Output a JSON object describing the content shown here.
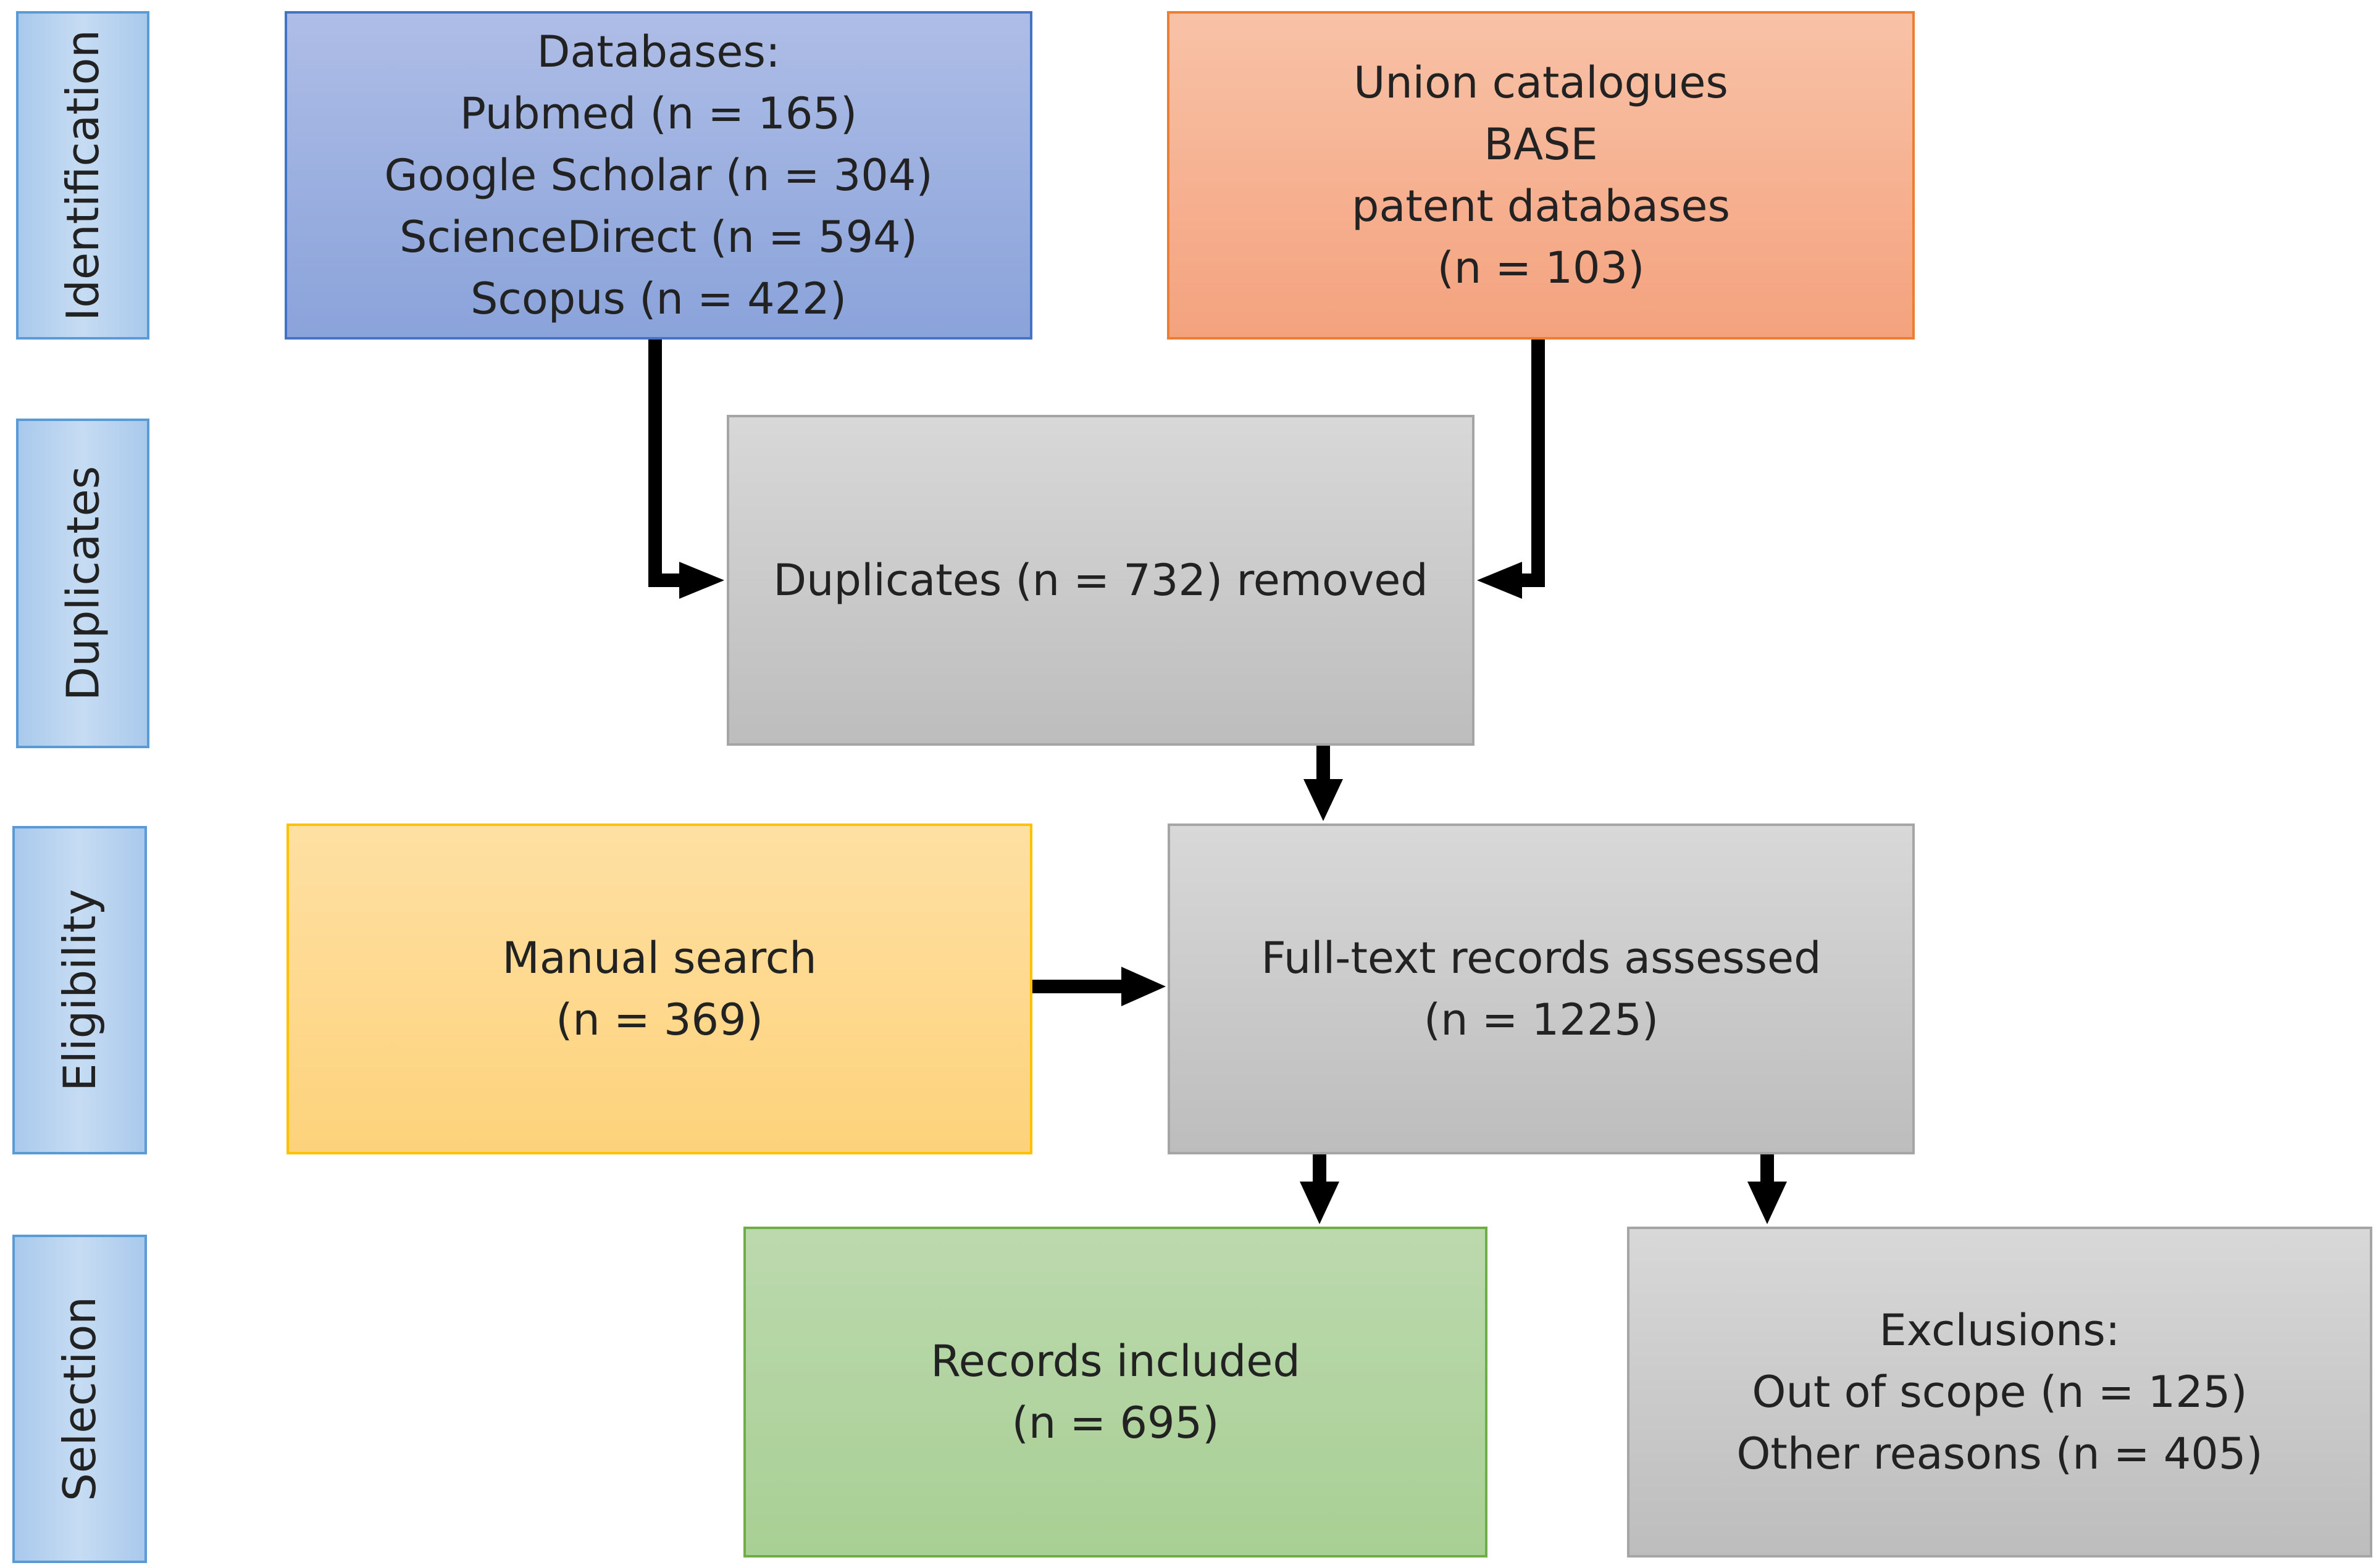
{
  "stages": [
    "Identification",
    "Duplicates",
    "Eligibility",
    "Selection"
  ],
  "databases": {
    "lines": [
      "Databases:",
      "Pubmed (n = 165)",
      "Google Scholar (n = 304)",
      "ScienceDirect (n = 594)",
      "Scopus (n = 422)"
    ]
  },
  "other_sources": {
    "lines": [
      "Union catalogues",
      "BASE",
      "patent databases",
      "(n = 103)"
    ]
  },
  "duplicates": {
    "lines": [
      "Duplicates (n = 732) removed"
    ]
  },
  "manual_search": {
    "lines": [
      "Manual search",
      "(n = 369)"
    ]
  },
  "full_text": {
    "lines": [
      "Full-text records assessed",
      "(n = 1225)"
    ]
  },
  "included": {
    "lines": [
      "Records included",
      "(n = 695)"
    ]
  },
  "exclusions": {
    "lines": [
      "Exclusions:",
      "Out of scope (n = 125)",
      "Other reasons (n = 405)"
    ]
  },
  "colors": {
    "databases": "#8EA9DB",
    "other_sources": "#F4B183",
    "process": "#C9C9C9",
    "manual_search": "#FFD685",
    "included": "#A9D18E",
    "stage_label": "#BDD7EE",
    "arrow": "#000000"
  }
}
